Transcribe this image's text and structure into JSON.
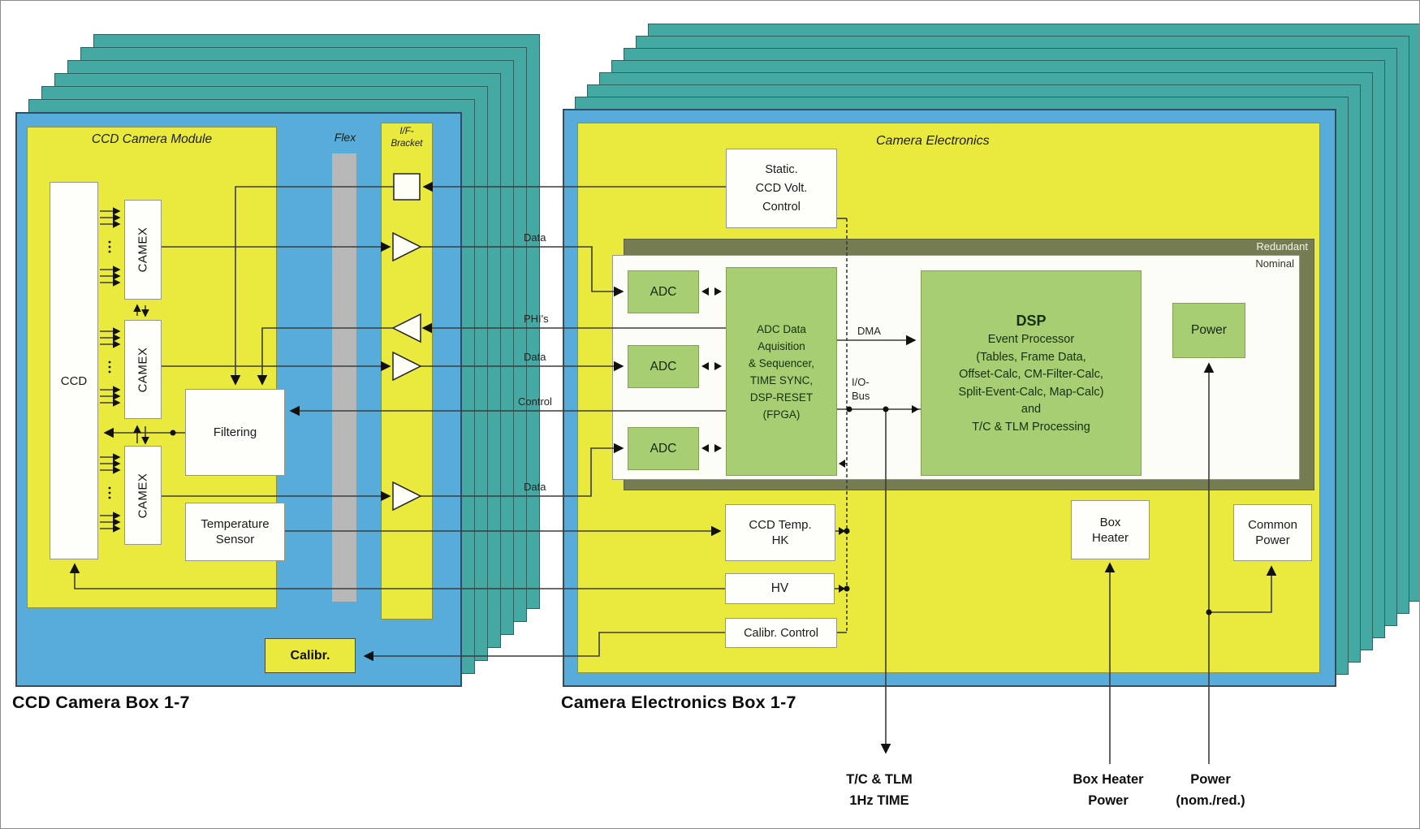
{
  "left_box": {
    "caption": "CCD Camera Box 1-7",
    "module_title": "CCD Camera Module",
    "flex_label": "Flex",
    "if_bracket": {
      "line1": "I/F-",
      "line2": "Bracket"
    },
    "ccd_label": "CCD",
    "camex_label": "CAMEX",
    "filtering_label": "Filtering",
    "temp_sensor": {
      "line1": "Temperature",
      "line2": "Sensor"
    },
    "calibr_label": "Calibr."
  },
  "right_box": {
    "caption": "Camera Electronics Box 1-7",
    "title": "Camera Electronics",
    "static_ctrl": {
      "line1": "Static.",
      "line2": "CCD Volt.",
      "line3": "Control"
    },
    "redundant_label": "Redundant",
    "nominal_label": "Nominal",
    "adc_label": "ADC",
    "fpga": {
      "line1": "ADC Data",
      "line2": "Aquisition",
      "line3": "& Sequencer,",
      "line4": "TIME SYNC,",
      "line5": "DSP-RESET",
      "line6": "(FPGA)"
    },
    "dsp": {
      "line1": "DSP",
      "line2": "Event Processor",
      "line3": "(Tables, Frame Data,",
      "line4": "Offset-Calc, CM-Filter-Calc,",
      "line5": "Split-Event-Calc, Map-Calc)",
      "line6": "and",
      "line7": "T/C & TLM Processing"
    },
    "power_label": "Power",
    "ccd_temp_hk": {
      "line1": "CCD Temp.",
      "line2": "HK"
    },
    "hv_label": "HV",
    "calibr_control_label": "Calibr. Control",
    "box_heater": {
      "line1": "Box",
      "line2": "Heater"
    },
    "common_power": {
      "line1": "Common",
      "line2": "Power"
    }
  },
  "signals": {
    "data1": "Data",
    "phis": "PHI's",
    "data2": "Data",
    "control": "Control",
    "data3": "Data",
    "dma": "DMA",
    "io_bus": {
      "line1": "I/O-",
      "line2": "Bus"
    }
  },
  "bottom": {
    "tc_tlm": {
      "line1": "T/C & TLM",
      "line2": "1Hz TIME"
    },
    "box_heater_power": {
      "line1": "Box Heater",
      "line2": "Power"
    },
    "power_nom_red": {
      "line1": "Power",
      "line2": "(nom./red.)"
    }
  },
  "colors": {
    "teal": "#45a9a3",
    "blue": "#58acd9",
    "yellow": "#eaea3e",
    "green": "#a7ce73",
    "olive_band": "#757c51",
    "flex_gray": "#b8b8b8",
    "line": "#3c3c3c"
  }
}
